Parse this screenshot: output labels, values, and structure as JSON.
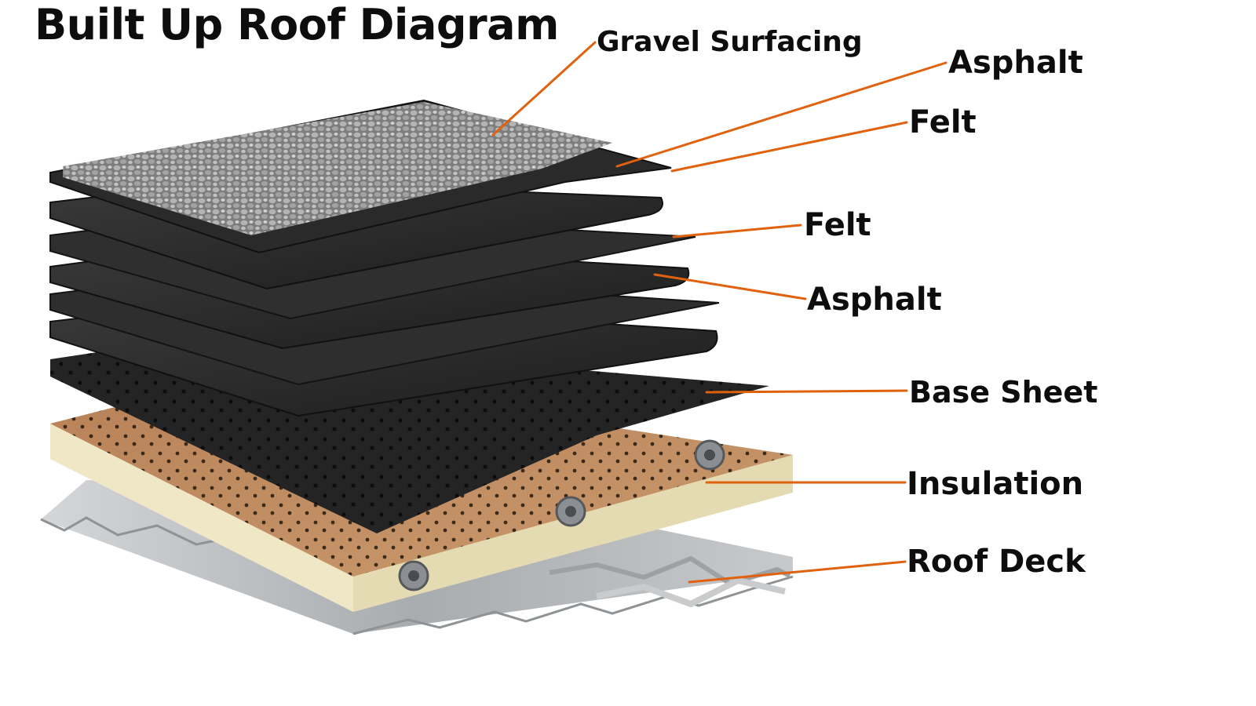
{
  "title": "Built Up Roof Diagram",
  "labels": {
    "gravel_surfacing": "Gravel Surfacing",
    "asphalt_top": "Asphalt",
    "felt_top": "Felt",
    "felt_mid": "Felt",
    "asphalt_mid": "Asphalt",
    "base_sheet": "Base Sheet",
    "insulation": "Insulation",
    "roof_deck": "Roof Deck"
  },
  "colors": {
    "leader_line": "#e0620f",
    "text": "#0d0d0d",
    "felt_sheet": "#2a2a2a",
    "gravel": "#8d8d8d",
    "insulation_face": "#c0875a",
    "insulation_side": "#ece3bf",
    "deck_metal": "#b9bcbf"
  }
}
